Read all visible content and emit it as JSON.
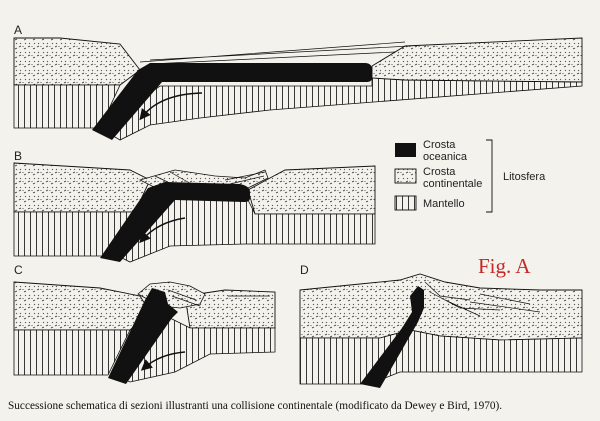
{
  "panels": [
    {
      "id": "A",
      "label": "A"
    },
    {
      "id": "B",
      "label": "B"
    },
    {
      "id": "C",
      "label": "C"
    },
    {
      "id": "D",
      "label": "D"
    }
  ],
  "legend": {
    "oceanic": {
      "line1": "Crosta",
      "line2": "oceanica"
    },
    "continental": {
      "line1": "Crosta",
      "line2": "continentale"
    },
    "mantle": {
      "label": "Mantello"
    },
    "group_label": "Litosfera"
  },
  "figure_label": "Fig. A",
  "caption": "Successione schematica di sezioni illustranti una collisione continentale (modificato da Dewey e Bird, 1970).",
  "colors": {
    "ink": "#111111",
    "paper": "#f4f2ec",
    "figure_label": "#c62828"
  }
}
